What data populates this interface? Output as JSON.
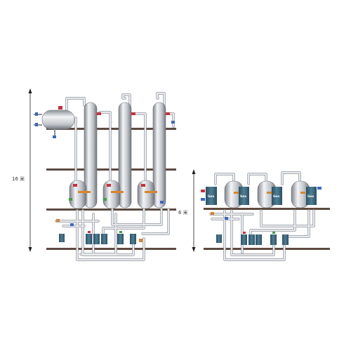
{
  "diagram": {
    "left_height_label": "16 米",
    "right_height_label": "6 米",
    "module_brand": "Gea",
    "colors": {
      "pipe": "#e7e9ec",
      "pipe_outline": "#8d939b",
      "vessel_light": "#f3f4f6",
      "vessel_mid": "#bfc3c9",
      "vessel_dark": "#7e838b",
      "floor_beam": "#5e4a40",
      "module_body": "#3f6f86",
      "module_dark": "#2b4f61",
      "valve_red": "#c9303a",
      "valve_orange": "#d9852a",
      "valve_green": "#3f9d4b",
      "valve_blue": "#3b66c4",
      "dimension_line": "#222222"
    }
  }
}
